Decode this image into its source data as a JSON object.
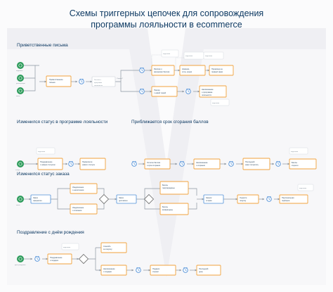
{
  "title_line1": "Схемы триггерных цепочек для сопровождения",
  "title_line2": "программы лояльности в ecommerce",
  "sections": [
    "Приветственные письма",
    "Изменился статус в программе лояльности",
    "Приближается срок сгорания баллов",
    "Изменился статус заказа",
    "Поздравление с днём рождения"
  ],
  "colors": {
    "title": "#0e3a63",
    "start_node": "#2e9c5c",
    "email_box": "#f0a23c",
    "timer": "#4e8fd8",
    "decision": "#666666",
    "edge": "#8c96a0",
    "background_chevron": "#edeef2"
  },
  "icons": [
    "clock-icon",
    "envelope-icon",
    "user-icon",
    "cart-icon",
    "gift-icon",
    "decision-diamond"
  ]
}
